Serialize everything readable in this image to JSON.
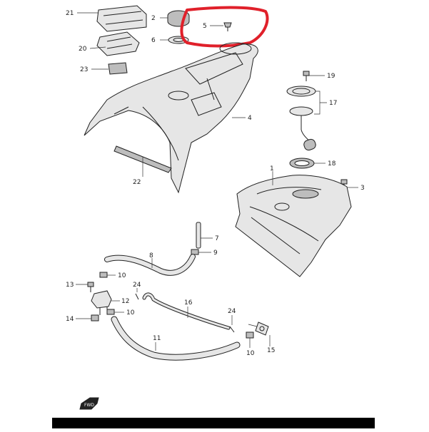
{
  "diagram": {
    "callouts": [
      {
        "id": "21",
        "label": "21"
      },
      {
        "id": "2",
        "label": "2"
      },
      {
        "id": "5",
        "label": "5"
      },
      {
        "id": "6",
        "label": "6"
      },
      {
        "id": "20",
        "label": "20"
      },
      {
        "id": "23",
        "label": "23"
      },
      {
        "id": "19",
        "label": "19"
      },
      {
        "id": "17",
        "label": "17"
      },
      {
        "id": "4",
        "label": "4"
      },
      {
        "id": "18",
        "label": "18"
      },
      {
        "id": "22",
        "label": "22"
      },
      {
        "id": "1",
        "label": "1"
      },
      {
        "id": "3",
        "label": "3"
      },
      {
        "id": "7",
        "label": "7"
      },
      {
        "id": "8",
        "label": "8"
      },
      {
        "id": "9",
        "label": "9"
      },
      {
        "id": "10a",
        "label": "10"
      },
      {
        "id": "13",
        "label": "13"
      },
      {
        "id": "24a",
        "label": "24"
      },
      {
        "id": "12",
        "label": "12"
      },
      {
        "id": "10b",
        "label": "10"
      },
      {
        "id": "16",
        "label": "16"
      },
      {
        "id": "14",
        "label": "14"
      },
      {
        "id": "24b",
        "label": "24"
      },
      {
        "id": "11",
        "label": "11"
      },
      {
        "id": "15",
        "label": "15"
      },
      {
        "id": "10c",
        "label": "10"
      }
    ],
    "front_indicator_label": "FWD",
    "highlight_color": "#e0202a"
  }
}
